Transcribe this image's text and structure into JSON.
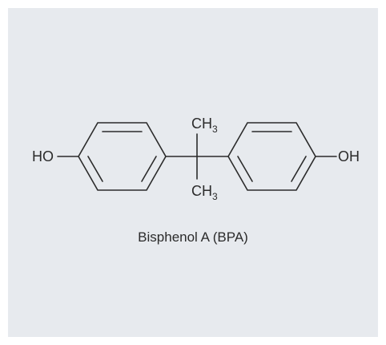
{
  "molecule": {
    "left_group": "HO",
    "right_group": "OH",
    "methyl_top": {
      "base": "CH",
      "sub": "3"
    },
    "methyl_bottom": {
      "base": "CH",
      "sub": "3"
    },
    "caption": "Bisphenol A (BPA)"
  }
}
